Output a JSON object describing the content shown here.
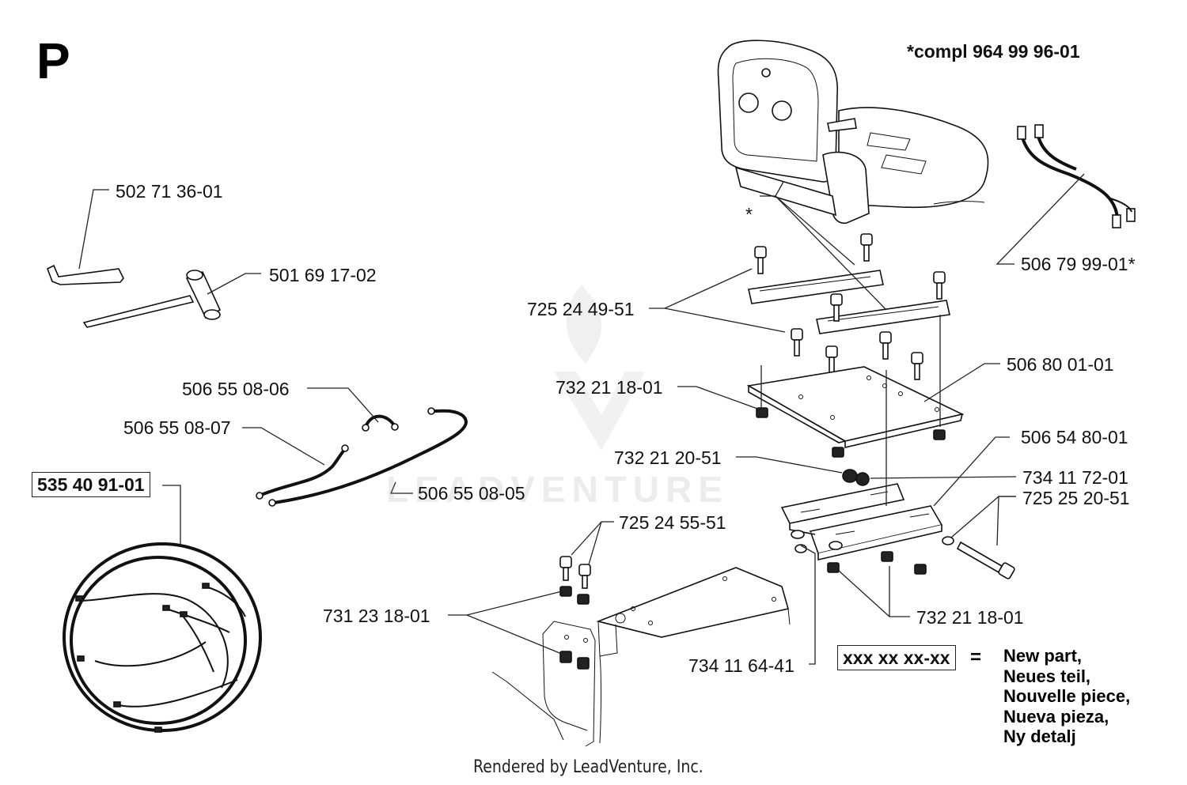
{
  "page_letter": "P",
  "complete_note": "*compl 964 99 96-01",
  "seat_asterisk": "*",
  "parts": {
    "allen_key": "502 71 36-01",
    "socket_wrench": "501 69 17-02",
    "cable_short": "506 55 08-06",
    "cable_mid": "506 55 08-07",
    "cable_long": "506 55 08-05",
    "harness": "535 40 91-01",
    "seat_wire": "506 79 99-01*",
    "bolts_upper": "725 24 49-51",
    "nut_plate": "732 21 18-01",
    "seat_plate": "506 80 01-01",
    "nut_washer": "732 21 20-51",
    "bracket": "506 54 80-01",
    "washer": "734 11 72-01",
    "long_bolt": "725 25 20-51",
    "bolts_lower": "725 24 55-51",
    "nuts_frame": "731 23 18-01",
    "nut_lower": "732 21 18-01",
    "washer_lower": "734 11 64-41"
  },
  "legend": {
    "sample": "xxx xx xx-xx",
    "equals": "=",
    "lines": [
      "New part,",
      "Neues teil,",
      "Nouvelle piece,",
      "Nueva pieza,",
      "Ny detalj"
    ]
  },
  "footer": "Rendered by LeadVenture, Inc.",
  "watermark": "LEADVENTURE"
}
